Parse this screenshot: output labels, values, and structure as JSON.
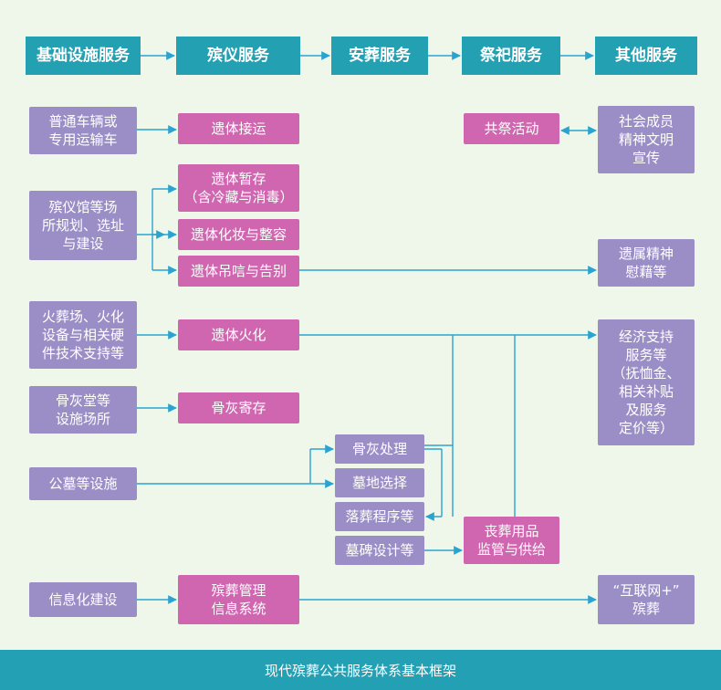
{
  "headers": [
    "基础设施服务",
    "殡仪服务",
    "安葬服务",
    "祭祀服务",
    "其他服务"
  ],
  "left": {
    "vehicles": "普通车辆或\n专用运输车",
    "funeral_home": "殡仪馆等场\n所规划、选址\n与建设",
    "crematorium": "火葬场、火化\n设备与相关硬\n件技术支持等",
    "columbarium": "骨灰堂等\n设施场所",
    "cemetery": "公墓等设施",
    "informatization": "信息化建设"
  },
  "funeral": {
    "transport": "遗体接运",
    "storage": "遗体暂存\n（含冷藏与消毒）",
    "makeup": "遗体化妆与整容",
    "farewell": "遗体吊唁与告别",
    "cremation": "遗体火化",
    "ash_storage": "骨灰寄存",
    "mgmt_system": "殡葬管理\n信息系统"
  },
  "burial": {
    "ash_handling": "骨灰处理",
    "site_selection": "墓地选择",
    "procedure": "落葬程序等",
    "tombstone": "墓碑设计等"
  },
  "worship": {
    "joint_worship": "共祭活动",
    "supplies": "丧葬用品\n监管与供给"
  },
  "other": {
    "civilization": "社会成员\n精神文明\n宣传",
    "consolation": "遗属精神\n慰藉等",
    "economic": "经济支持\n服务等\n（抚恤金、\n相关补贴\n及服务\n定价等）",
    "internet": "“互联网+”\n殡葬"
  },
  "footer": "现代殡葬公共服务体系基本框架",
  "colors": {
    "header": "#24a0b3",
    "left_boxes": "#9b8ec6",
    "process_boxes": "#d066b0",
    "arrows": "#2aa3d1",
    "background": "#eef7e9"
  }
}
